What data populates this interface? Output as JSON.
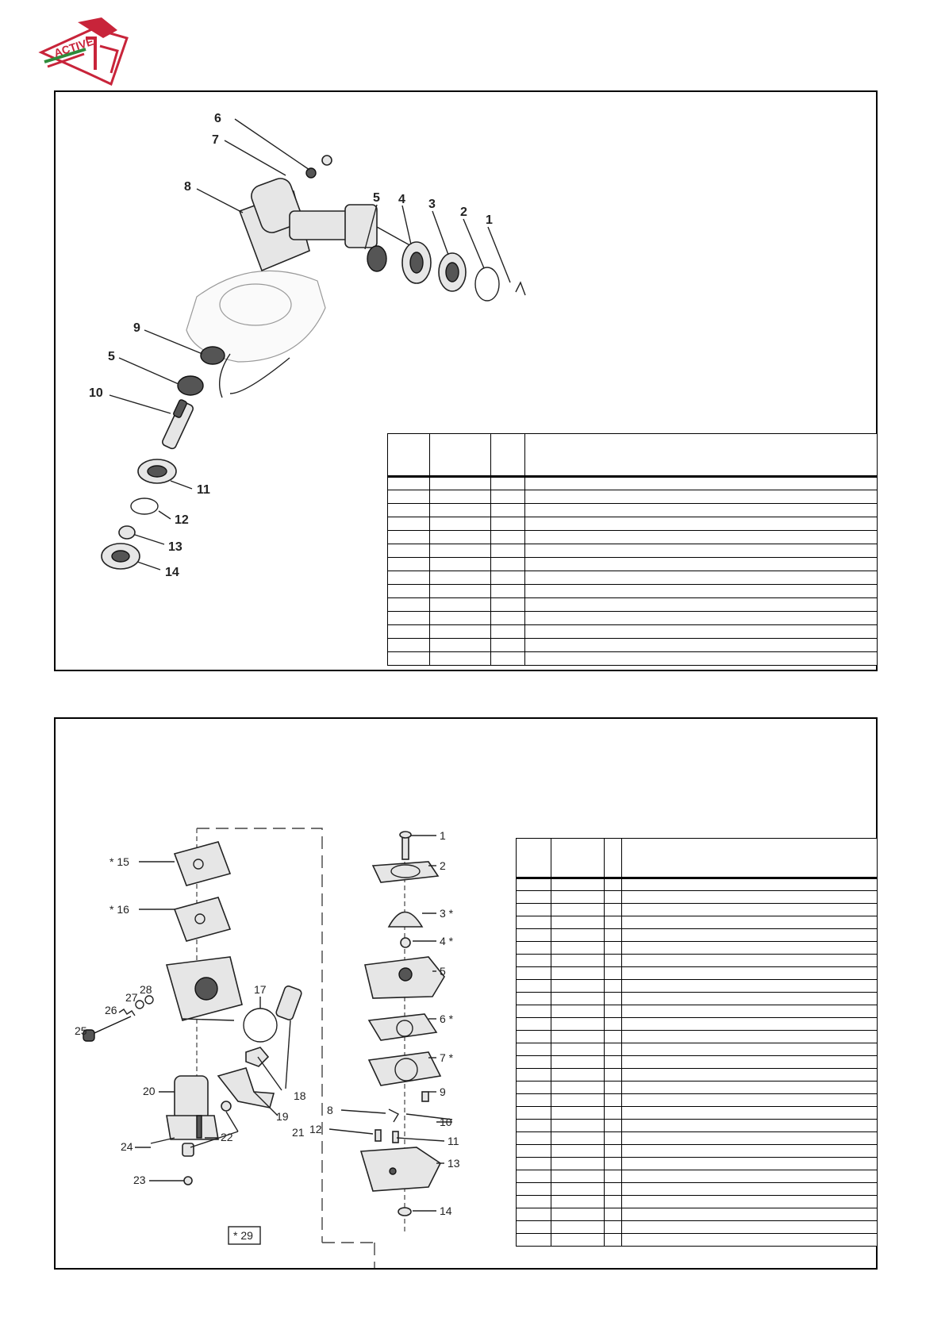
{
  "logo": {
    "text": "ACTIVE",
    "colors": {
      "red": "#c8243a",
      "green": "#2e8b3a"
    }
  },
  "gearbox_diagram": {
    "callouts": [
      "6",
      "7",
      "8",
      "5",
      "4",
      "3",
      "2",
      "1",
      "9",
      "5",
      "10",
      "11",
      "12",
      "13",
      "14"
    ]
  },
  "gearbox_table": {
    "headers": [
      "",
      "",
      "",
      ""
    ],
    "row_count": 14
  },
  "carburetor_diagram": {
    "callouts": [
      "1",
      "2",
      "3 *",
      "4 *",
      "5",
      "6 *",
      "7 *",
      "8",
      "9",
      "10",
      "11",
      "12",
      "13",
      "14",
      "* 15",
      "* 16",
      "17",
      "18",
      "19",
      "20",
      "21",
      "22",
      "23",
      "24",
      "25",
      "26",
      "27",
      "28"
    ],
    "kit_label": "* 29"
  },
  "carburetor_table": {
    "headers": [
      "",
      "",
      "",
      ""
    ],
    "row_count": 29
  }
}
